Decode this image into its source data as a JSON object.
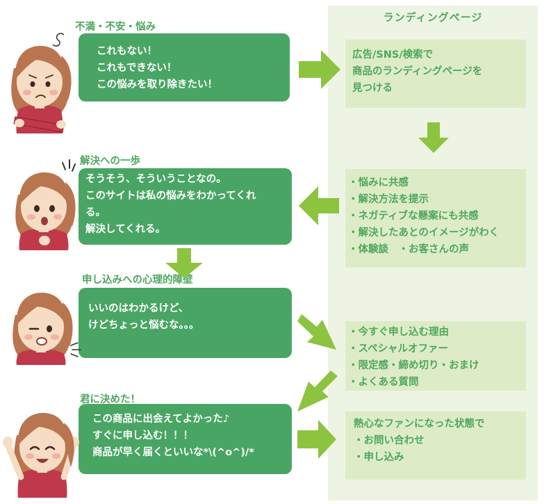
{
  "landing_panel": {
    "title": "ランディングページ",
    "box1": [
      "広告/SNS/検索で",
      "商品のランディングページを",
      "見つける"
    ],
    "box2": [
      "・悩みに共感",
      "・解決方法を提示",
      "・ネガティブな懸案にも共感",
      "・解決したあとのイメージがわく",
      "・体験談　・お客さんの声"
    ],
    "box3": [
      "・今すぐ申し込む理由",
      "・スペシャルオファー",
      "・限定感・締め切り・おまけ",
      "・よくある質問"
    ],
    "box4": [
      "熱心なファンになった状態で",
      "・お問い合わせ",
      "・申し込み"
    ]
  },
  "stages": [
    {
      "title": "不満・不安・悩み",
      "lines": [
        "これもない！",
        "これもできない！",
        "この悩みを取り除きたい！"
      ]
    },
    {
      "title": "解決への一歩",
      "lines": [
        "そうそう、そういうことなの。",
        "このサイトは私の悩みをわかってくれ",
        "る。",
        "解決してくれる。"
      ]
    },
    {
      "title": "申し込みへの心理的障壁",
      "lines": [
        "いいのはわかるけど、",
        "けどちょっと悩むな。。。"
      ]
    },
    {
      "title": "君に決めた！",
      "lines": [
        "この商品に出会えてよかった♪",
        "すぐに申し込む！！！",
        "商品が早く届くといいな*\\(^o^)/*"
      ]
    }
  ],
  "colors": {
    "accent": "#4ea75e",
    "bubble": "#49a564",
    "arrow": "#8cc43f",
    "panel_bg": "#eef4e3",
    "box_bg": "#ddecc6"
  }
}
